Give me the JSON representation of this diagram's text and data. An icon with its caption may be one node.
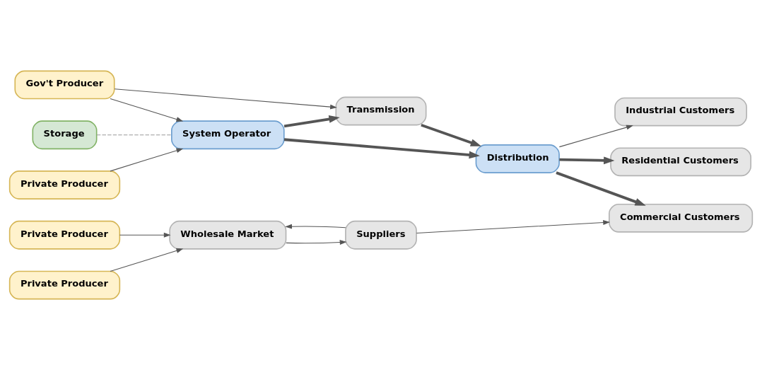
{
  "diagram": {
    "nodes": [
      {
        "text": [
          "Storage"
        ]
      },
      {
        "text": [
          "Private Producer"
        ]
      },
      {
        "text": [
          "Wholesale Market"
        ]
      },
      {
        "text": [
          "Suppliers"
        ]
      },
      {
        "text": [
          "Commercial Customers"
        ]
      },
      {
        "text": [
          "Private Producer"
        ]
      },
      {
        "text": [
          "Residential Customers"
        ]
      },
      {
        "text": [
          "Private Producer"
        ]
      },
      {
        "text": [
          "System Operator"
        ]
      },
      {
        "text": [
          "Gov't Producer"
        ]
      },
      {
        "text": [
          "Transmission"
        ]
      },
      {
        "text": [
          "Distribution"
        ]
      },
      {
        "text": [
          "Industrial Customers"
        ]
      }
    ],
    "edges": [
      {
        "from": 1,
        "to": 2,
        "arrow": "to"
      },
      {
        "from": 5,
        "to": 2,
        "arrow": "to"
      },
      {
        "from": 2,
        "to": 3,
        "arrow": "to"
      },
      {
        "from": 3,
        "to": 2,
        "arrow": "to"
      },
      {
        "from": 3,
        "to": 4,
        "arrow": "to"
      },
      {
        "from": 0,
        "to": 8,
        "arrow": "none",
        "style": "dashed",
        "color": "#999999"
      },
      {
        "from": 7,
        "to": 8,
        "arrow": "to"
      },
      {
        "from": 9,
        "to": 8,
        "arrow": "to"
      },
      {
        "from": 9,
        "to": 10,
        "arrow": "to"
      },
      {
        "from": 8,
        "to": 10,
        "arrow": "to",
        "style": "thick"
      },
      {
        "from": 8,
        "to": 11,
        "arrow": "to",
        "style": "thick"
      },
      {
        "from": 10,
        "to": 11,
        "arrow": "to",
        "style": "thick"
      },
      {
        "from": 11,
        "to": 4,
        "arrow": "to",
        "style": "thick"
      },
      {
        "from": 11,
        "to": 6,
        "arrow": "to",
        "style": "thick"
      },
      {
        "from": 11,
        "to": 12,
        "arrow": "to"
      }
    ]
  }
}
